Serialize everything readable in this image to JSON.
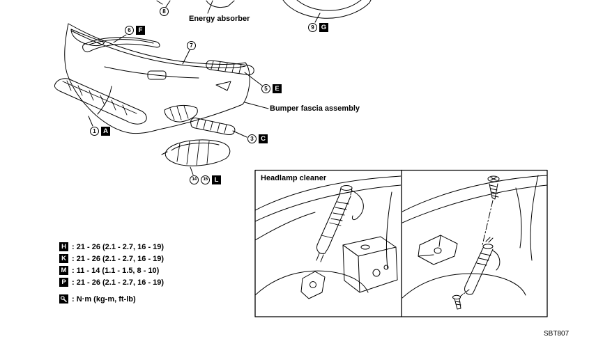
{
  "figure": {
    "code": "SBT807",
    "energy_absorber_label": "Energy absorber",
    "bumper_fascia_label": "Bumper fascia assembly",
    "headlamp_cleaner_label": "Headlamp cleaner",
    "callouts": {
      "c8": {
        "num": "8"
      },
      "c6f": {
        "num": "6",
        "letter": "F"
      },
      "c9g": {
        "num": "9",
        "letter": "G"
      },
      "c7": {
        "num": "7"
      },
      "c5e": {
        "num": "5",
        "letter": "E"
      },
      "c1a": {
        "num": "1",
        "letter": "A"
      },
      "c3c": {
        "num": "3",
        "letter": "C"
      },
      "c14_15_l": {
        "num1": "14",
        "num2": "15",
        "letter": "L"
      }
    },
    "torque_legend": [
      {
        "letter": "H",
        "spec": ": 21 - 26 (2.1 - 2.7, 16 - 19)"
      },
      {
        "letter": "K",
        "spec": ": 21 - 26 (2.1 - 2.7, 16 - 19)"
      },
      {
        "letter": "M",
        "spec": ": 11 - 14 (1.1 - 1.5, 8 - 10)"
      },
      {
        "letter": "P",
        "spec": ": 21 - 26 (2.1 - 2.7, 16 - 19)"
      }
    ],
    "torque_unit": {
      "icon": "torque-wrench",
      "spec": ": N·m (kg-m, ft-lb)"
    }
  }
}
